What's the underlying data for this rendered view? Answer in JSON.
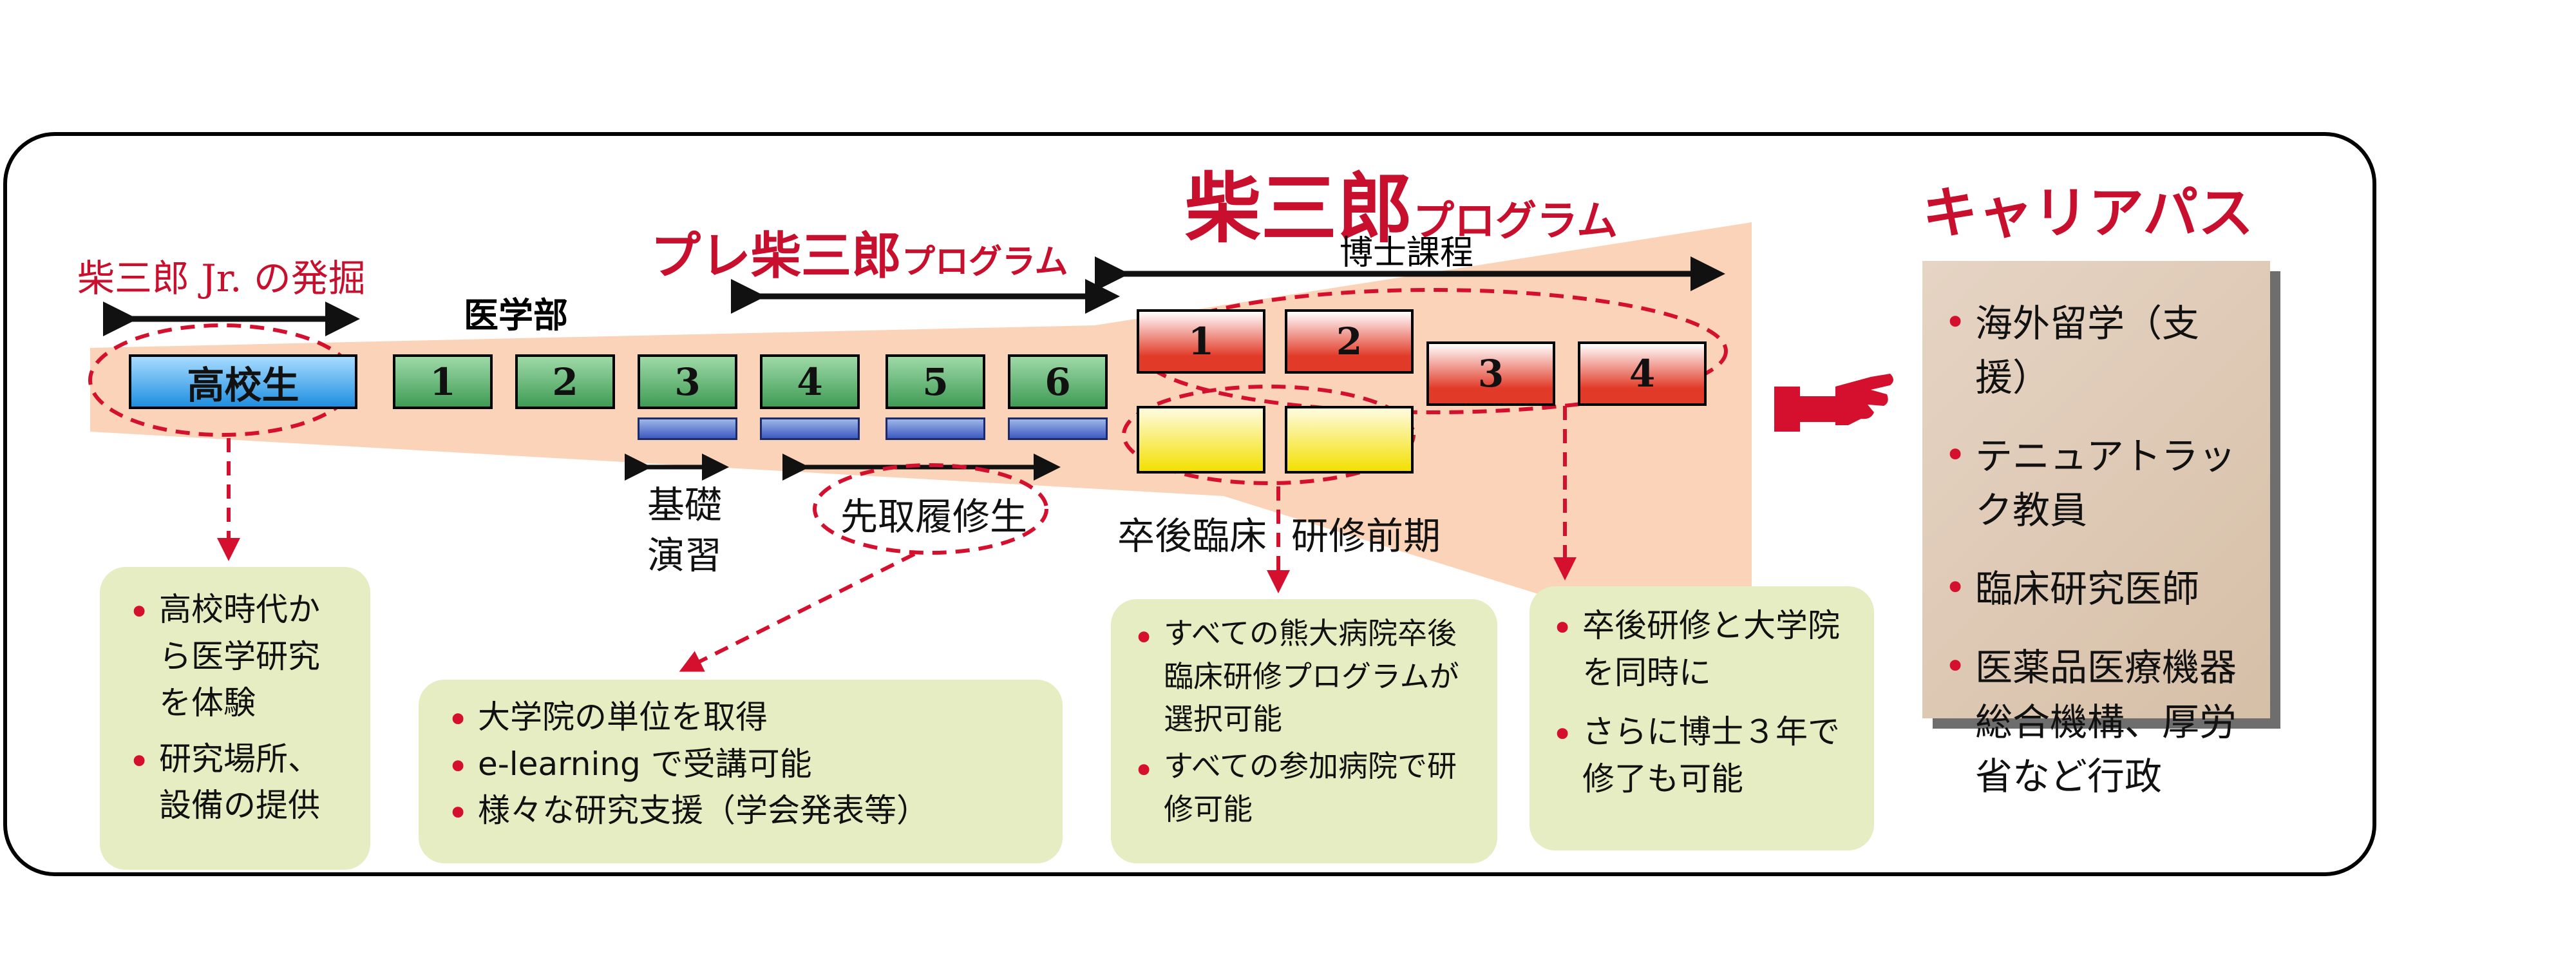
{
  "jr_label": "柴三郎 Jr. の発掘",
  "pre_program": {
    "main": "プレ柴三郎",
    "suffix": "プログラム"
  },
  "main_program": {
    "main": "柴三郎",
    "suffix": "プログラム"
  },
  "phd_label": "博士課程",
  "career_title": "キャリアパス",
  "med_school_label": "医学部",
  "highschool_box": "高校生",
  "undergrad_years": [
    "1",
    "2",
    "3",
    "4",
    "5",
    "6"
  ],
  "phd_years": [
    "1",
    "2",
    "3",
    "4"
  ],
  "kiso_label": [
    "基礎",
    "演習"
  ],
  "senshu_label": "先取履修生",
  "sotsugo_label": "卒後臨床",
  "kenshu_label": "研修前期",
  "note_highschool": [
    "高校時代から医学研究を体験",
    "研究場所、設備の提供"
  ],
  "note_grad": [
    "大学院の単位を取得",
    "e-learning で受講可能",
    "様々な研究支援（学会発表等）"
  ],
  "note_hospital": [
    "すべての熊大病院卒後臨床研修プログラムが選択可能",
    "すべての参加病院で研修可能"
  ],
  "note_phd": [
    "卒後研修と大学院を同時に",
    "さらに博士３年で修了も可能"
  ],
  "career_items": [
    "海外留学（支援）",
    "テニュアトラック教員",
    "臨床研究医師",
    "医薬品医療機器総合機構、厚労省など行政"
  ],
  "colors": {
    "accent_red": "#c8102e",
    "funnel": "#fbd3b8",
    "note_bg": "#e6edc2"
  }
}
